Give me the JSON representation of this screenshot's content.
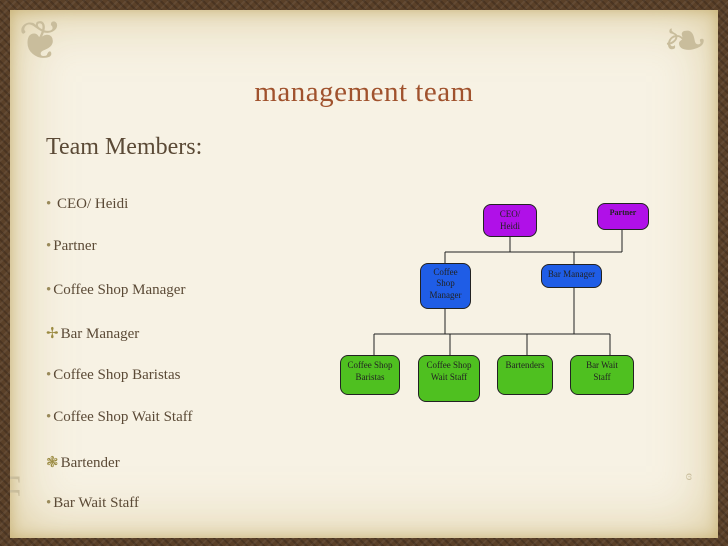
{
  "slide": {
    "title": "management team",
    "subtitle": "Team Members:",
    "items": [
      {
        "marker": "•",
        "text": " CEO/ Heidi"
      },
      {
        "marker": "•",
        "text": "Partner"
      },
      {
        "marker": "•",
        "text": "Coffee Shop Manager"
      },
      {
        "marker": "✢",
        "text": "Bar Manager"
      },
      {
        "marker": "•",
        "text": "Coffee Shop Baristas"
      },
      {
        "marker": "•",
        "text": "Coffee Shop Wait Staff"
      },
      {
        "marker": "❃",
        "text": "Bartender"
      },
      {
        "marker": "•",
        "text": "Bar Wait Staff"
      }
    ]
  },
  "org_chart": {
    "ceo": "CEO/\nHeidi",
    "partner": "Partner",
    "coffee_manager": "Coffee\nShop\nManager",
    "bar_manager": "Bar Manager",
    "baristas": "Coffee Shop\nBaristas",
    "coffee_wait": "Coffee Shop\nWait Staff",
    "bartenders": "Bartenders",
    "bar_wait": "Bar Wait\nStaff",
    "colors": {
      "top": "#b010e8",
      "middle": "#1f5de6",
      "bottom": "#4fc020"
    }
  }
}
